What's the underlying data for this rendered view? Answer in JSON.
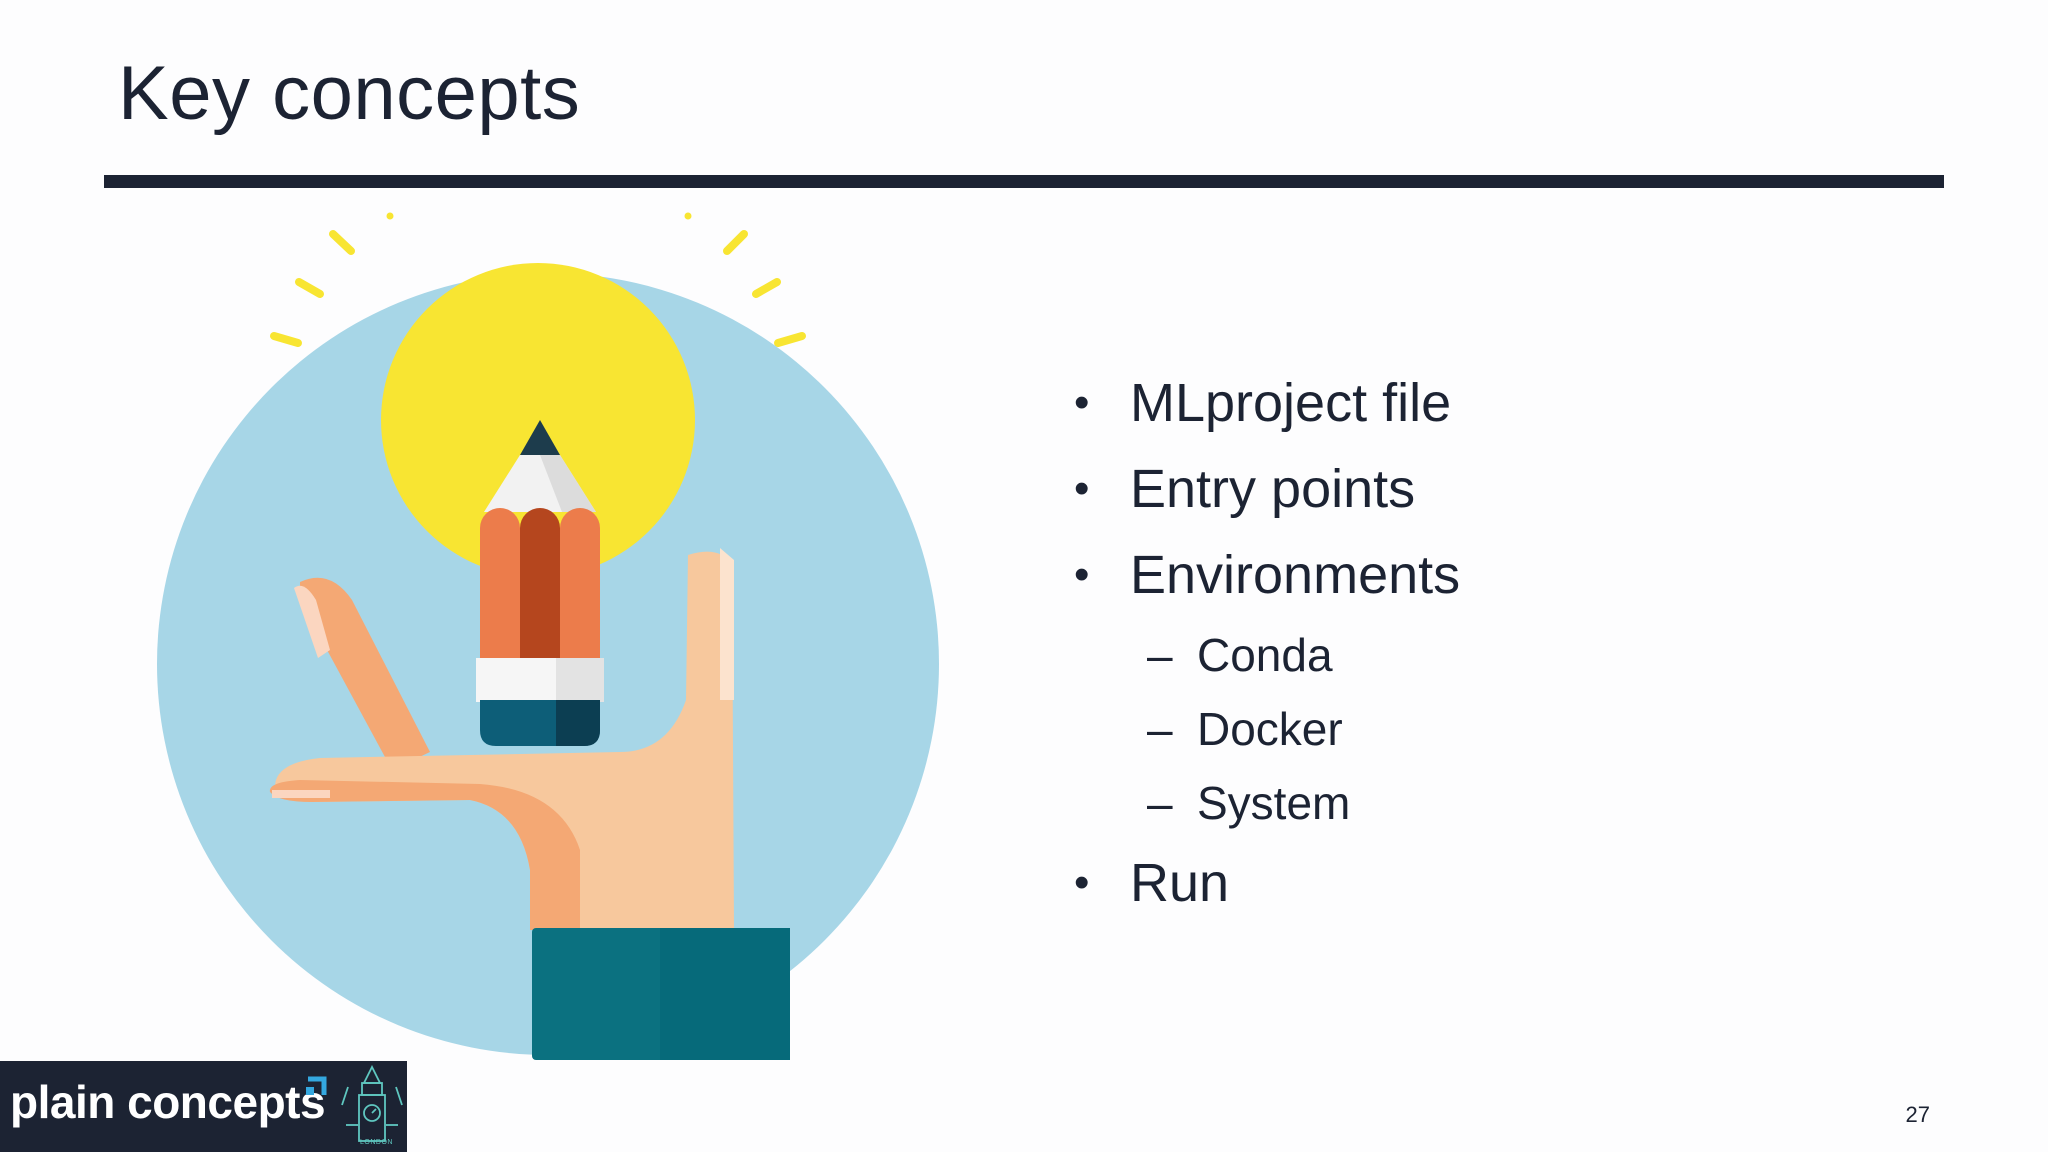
{
  "slide": {
    "title": "Key concepts",
    "page_number": "27"
  },
  "bullets": [
    {
      "text": "MLproject file"
    },
    {
      "text": "Entry points"
    },
    {
      "text": "Environments"
    },
    {
      "text": "Run"
    }
  ],
  "sub_bullets": [
    {
      "text": "Conda"
    },
    {
      "text": "Docker"
    },
    {
      "text": "System"
    }
  ],
  "markers": {
    "bullet": "•",
    "dash": "–"
  },
  "logo": {
    "text": "plain concepts",
    "caption": "LONDON"
  },
  "illustration": {
    "subject": "hand-holding-pencil-with-lightbulb-icon"
  },
  "colors": {
    "text": "#1c2333",
    "circle": "#a7d6e7",
    "sun": "#f8e532",
    "skin": "#f7c89d",
    "pencil_orange": "#ec7c4b",
    "pencil_dark": "#b5461e",
    "sleeve": "#0b7180",
    "logo_bg": "#1c2333",
    "logo_accent": "#34a8e0"
  }
}
